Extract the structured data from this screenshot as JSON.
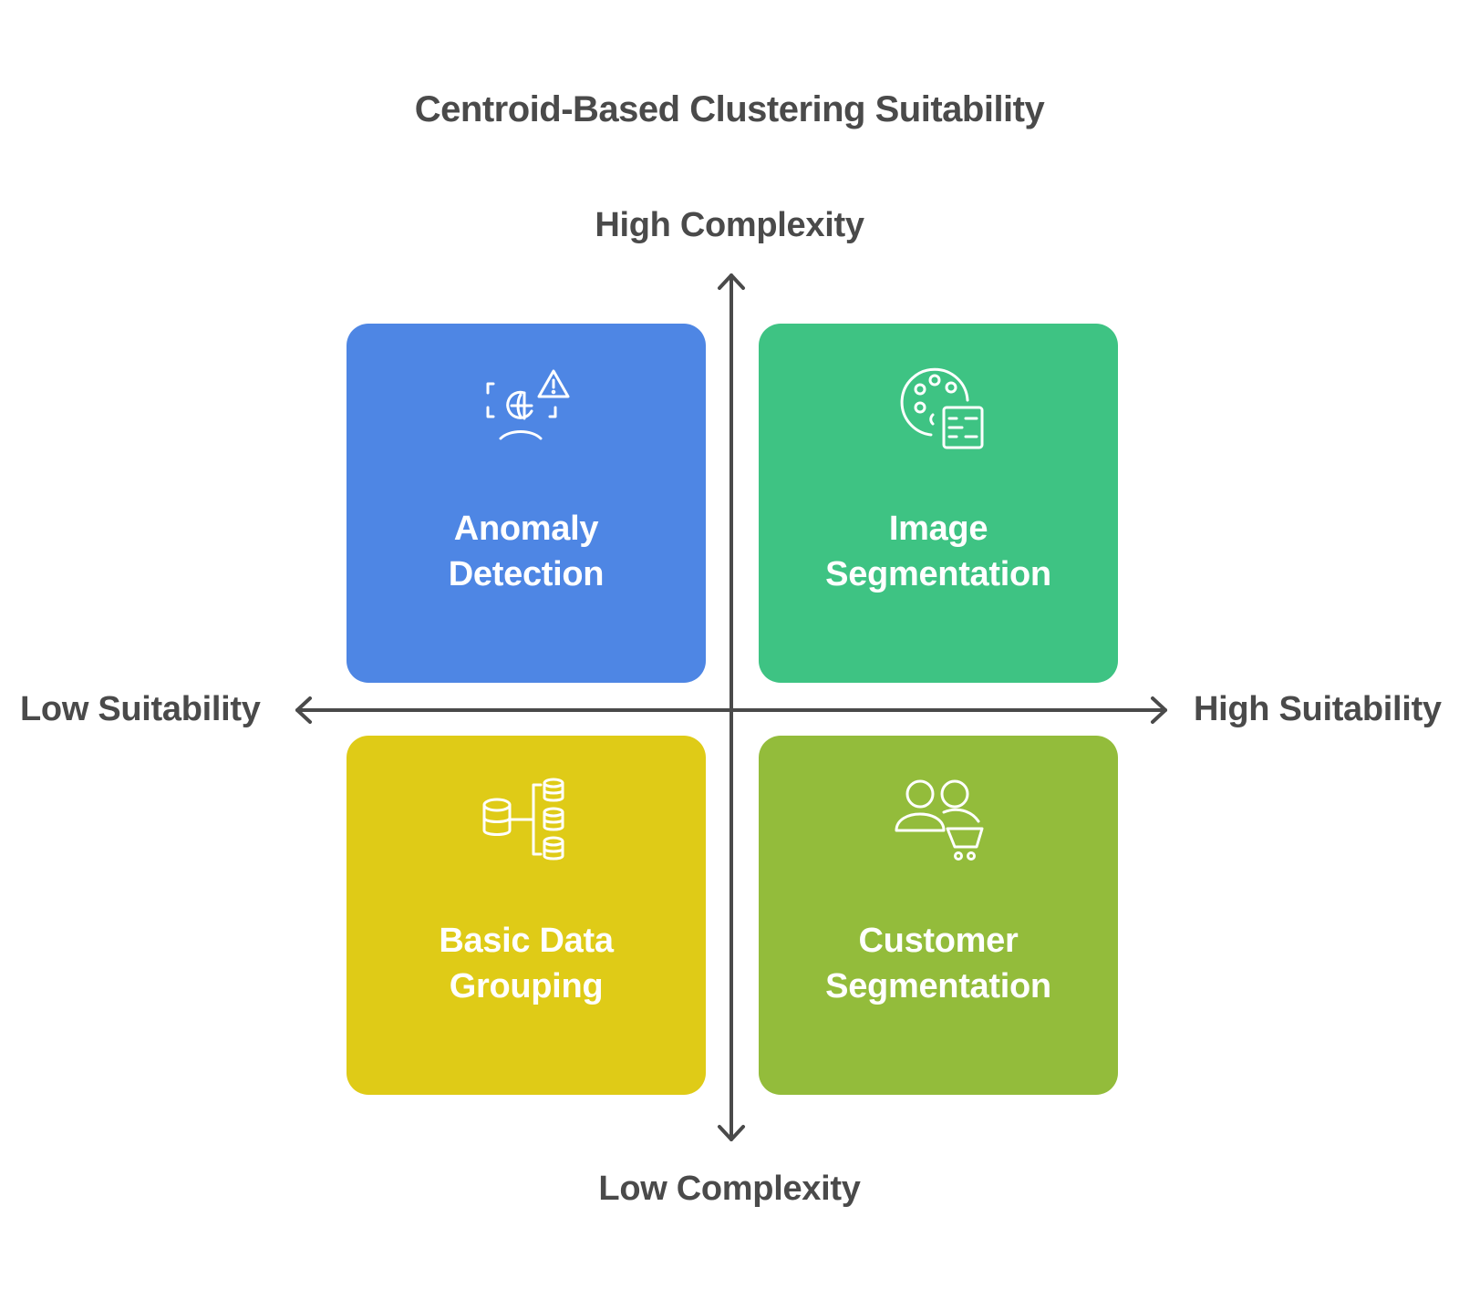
{
  "title": "Centroid-Based Clustering Suitability",
  "axes": {
    "y_top": "High Complexity",
    "y_bottom": "Low Complexity",
    "x_left": "Low Suitability",
    "x_right": "High Suitability"
  },
  "colors": {
    "axis": "#4a4a4a",
    "text": "#4a4a4a",
    "top_left": "#4e86e4",
    "top_right": "#3ec383",
    "bottom_left": "#dfcb17",
    "bottom_right": "#93bc3b"
  },
  "quadrants": {
    "top_left": {
      "line1": "Anomaly",
      "line2": "Detection",
      "icon": "anomaly-scan-warning-icon"
    },
    "top_right": {
      "line1": "Image",
      "line2": "Segmentation",
      "icon": "palette-layers-icon"
    },
    "bottom_left": {
      "line1": "Basic Data",
      "line2": "Grouping",
      "icon": "database-grouping-icon"
    },
    "bottom_right": {
      "line1": "Customer",
      "line2": "Segmentation",
      "icon": "users-cart-icon"
    }
  }
}
